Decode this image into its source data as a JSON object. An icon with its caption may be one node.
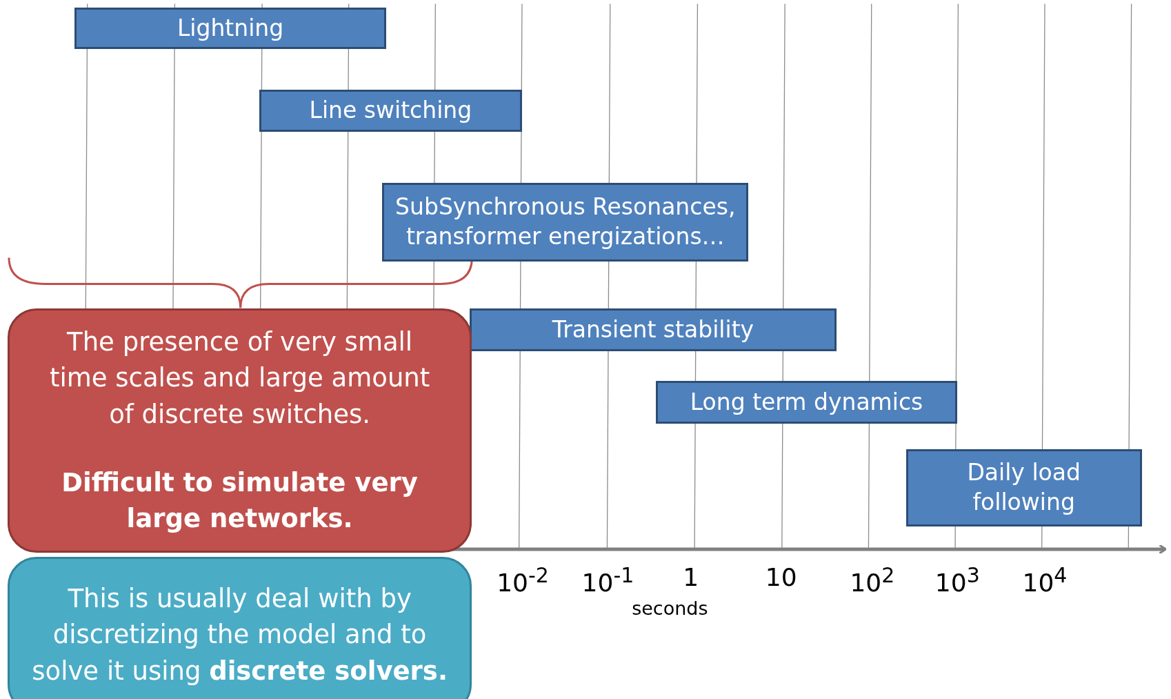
{
  "diagram": {
    "nodes": [
      {
        "text": [
          "Lightning"
        ]
      },
      {
        "text": [
          "Line switching"
        ]
      },
      {
        "text": [
          "SubSynchronous Resonances, transformer energizations…"
        ]
      },
      {
        "text": [
          "Transient stability"
        ]
      },
      {
        "text": [
          "Long term dynamics"
        ]
      },
      {
        "text": [
          "Daily load following"
        ]
      },
      {
        "text": [
          "The presence of very small time scales and large amount of discrete switches.",
          "Difficult to simulate very large networks."
        ]
      },
      {
        "text": [
          "This is usually deal with by discretizing the model and to solve it using **discrete solvers.**"
        ]
      }
    ],
    "labels": [
      "10$^{-2}$",
      "10$^{-1}$",
      "1",
      "10",
      "10$^{2}$",
      "10$^{3}$",
      "10$^{4}$",
      "seconds"
    ]
  }
}
